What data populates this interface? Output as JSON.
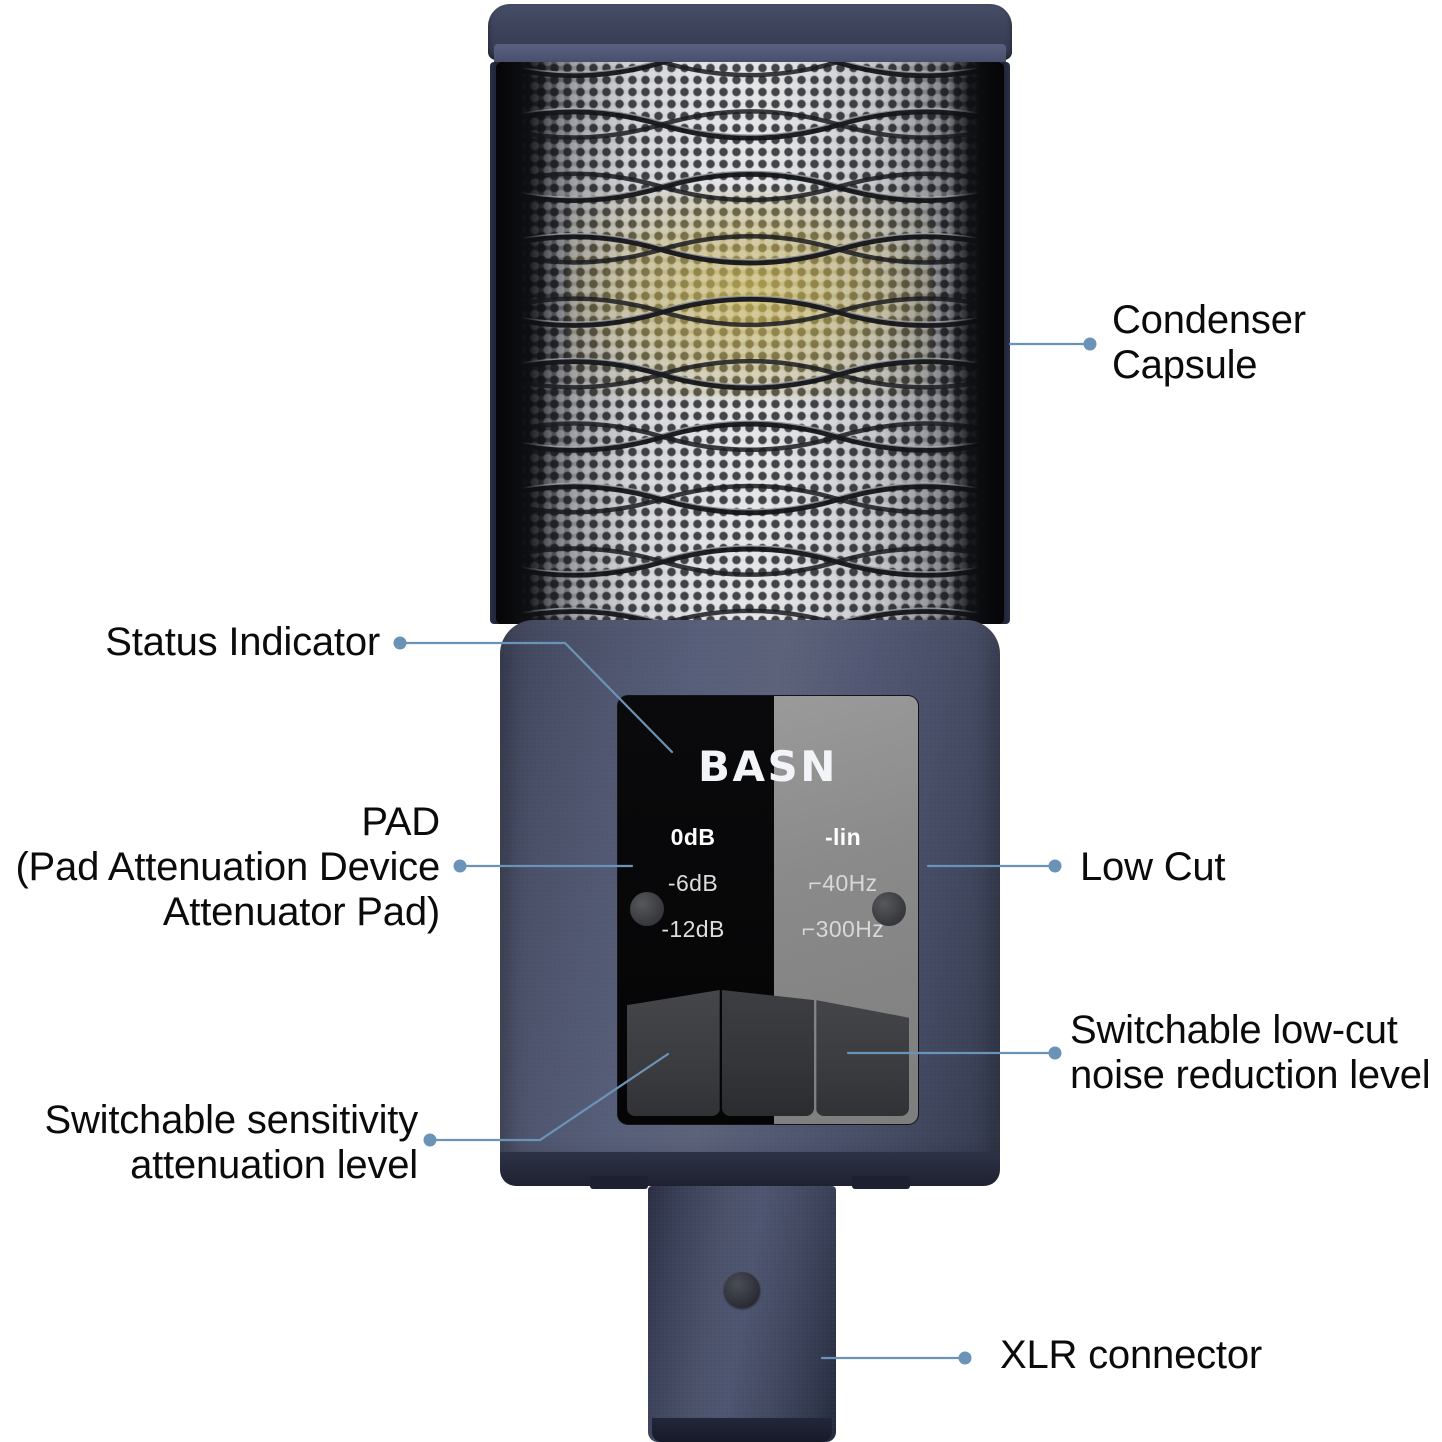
{
  "diagram": {
    "title": "BASN condenser microphone annotated diagram",
    "accent_color": "#6b93b8",
    "text_color": "#0b0b0d",
    "body_color": "#4a5169",
    "cap_color": "#3a4057",
    "panel_dark_color": "#070708",
    "panel_light_color": "#858585",
    "capsule_glow_color": "#c4b054"
  },
  "device": {
    "brand": "BASN",
    "pad_column": {
      "label": "PAD",
      "options": [
        "0dB",
        "-6dB",
        "-12dB"
      ]
    },
    "lowcut_column": {
      "label": "Low Cut",
      "options": [
        "-lin",
        "⌐40Hz",
        "⌐300Hz"
      ]
    }
  },
  "callouts": [
    {
      "id": "condenser-capsule",
      "text": "Condenser\nCapsule",
      "side": "right"
    },
    {
      "id": "status-indicator",
      "text": "Status Indicator",
      "side": "left"
    },
    {
      "id": "pad",
      "text": "PAD\n(Pad Attenuation Device\nAttenuator Pad)",
      "side": "left"
    },
    {
      "id": "low-cut",
      "text": "Low Cut",
      "side": "right"
    },
    {
      "id": "switchable-low-cut",
      "text": "Switchable low-cut\nnoise reduction level",
      "side": "right"
    },
    {
      "id": "switchable-sensitivity",
      "text": "Switchable sensitivity\nattenuation level",
      "side": "left"
    },
    {
      "id": "xlr-connector",
      "text": "XLR connector",
      "side": "right"
    }
  ]
}
